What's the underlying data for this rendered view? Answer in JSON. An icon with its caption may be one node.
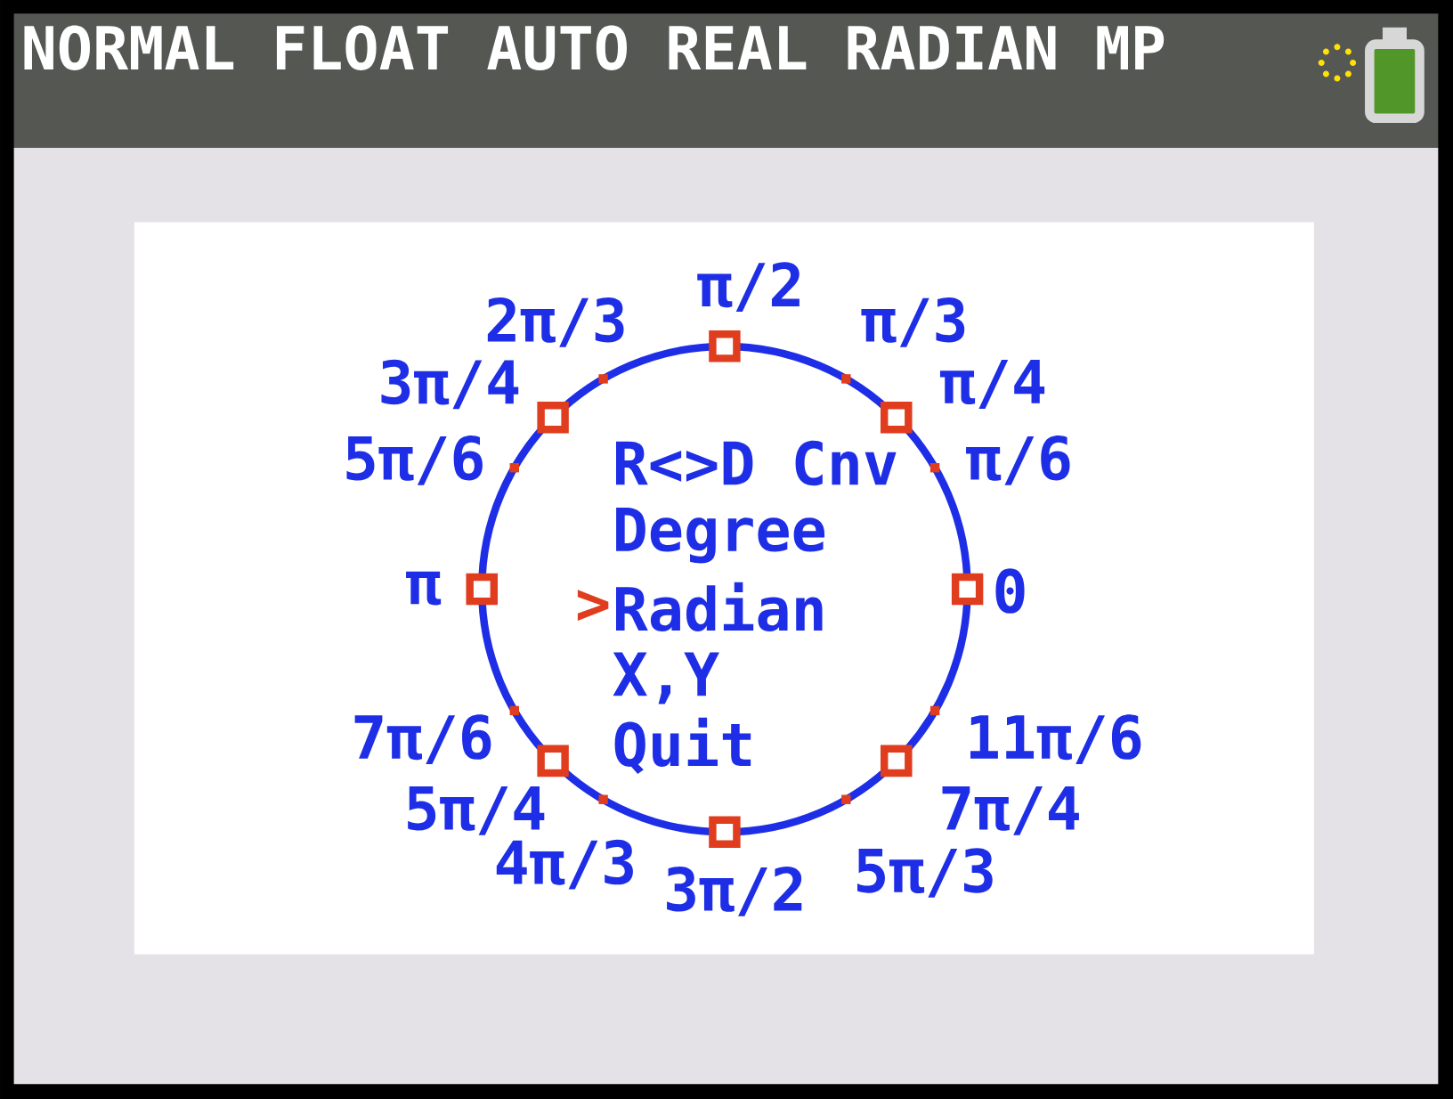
{
  "diagram": {
    "labels": [
      "NORMAL FLOAT AUTO REAL RADIAN MP",
      "π/2",
      "π/3",
      "π/4",
      "π/6",
      "0",
      "11π/6",
      "7π/4",
      "5π/3",
      "3π/2",
      "4π/3",
      "5π/4",
      "7π/6",
      "π",
      "5π/6",
      "3π/4",
      "2π/3",
      "R<>D Cnv",
      "Degree",
      ">",
      "Radian",
      "X,Y",
      "Quit"
    ]
  }
}
